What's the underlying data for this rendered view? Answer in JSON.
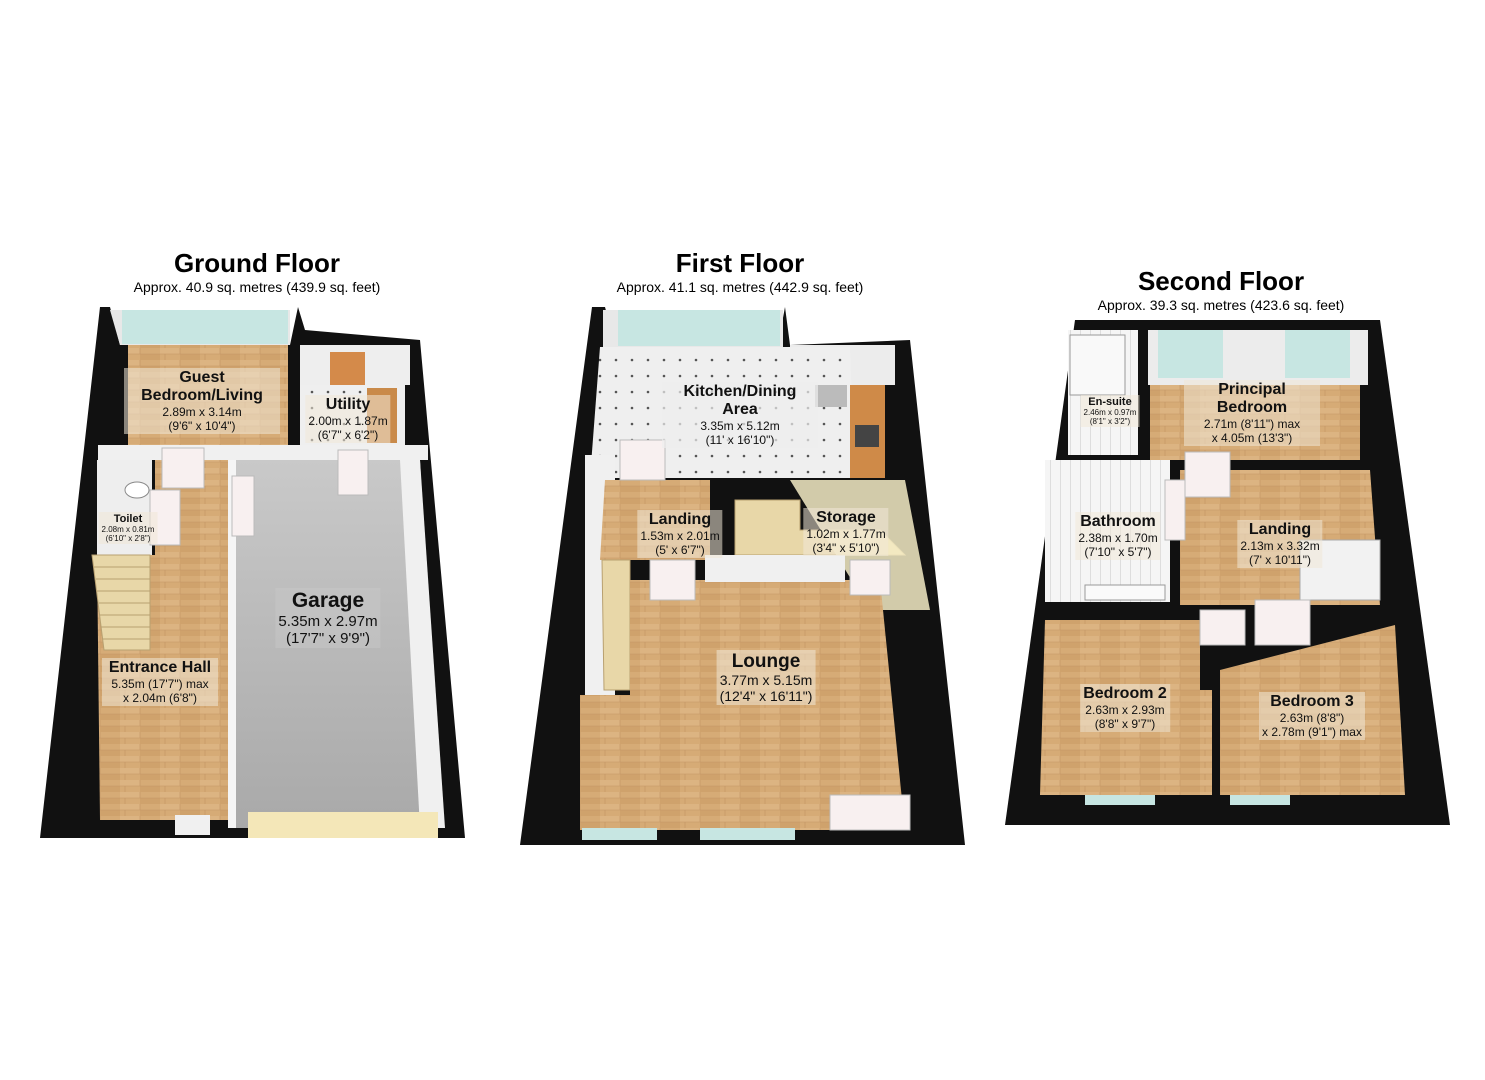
{
  "floors": {
    "ground": {
      "name": "Ground Floor",
      "area": "Approx. 40.9 sq. metres (439.9 sq. feet)",
      "rooms": {
        "guest": {
          "name": "Guest Bedroom/Living",
          "dim1": "2.89m x 3.14m",
          "dim2": "(9'6\" x 10'4\")"
        },
        "utility": {
          "name": "Utility",
          "dim1": "2.00m x 1.87m",
          "dim2": "(6'7\" x 6'2\")"
        },
        "toilet": {
          "name": "Toilet",
          "dim1": "2.08m x 0.81m",
          "dim2": "(6'10\" x 2'8\")"
        },
        "garage": {
          "name": "Garage",
          "dim1": "5.35m x 2.97m",
          "dim2": "(17'7\" x 9'9\")"
        },
        "hall": {
          "name": "Entrance Hall",
          "dim1": "5.35m (17'7\") max",
          "dim2": "x 2.04m (6'8\")"
        }
      }
    },
    "first": {
      "name": "First Floor",
      "area": "Approx. 41.1 sq. metres (442.9 sq. feet)",
      "rooms": {
        "kitchen": {
          "name": "Kitchen/Dining Area",
          "dim1": "3.35m x 5.12m",
          "dim2": "(11' x 16'10\")"
        },
        "landing": {
          "name": "Landing",
          "dim1": "1.53m x 2.01m",
          "dim2": "(5' x 6'7\")"
        },
        "storage": {
          "name": "Storage",
          "dim1": "1.02m x 1.77m",
          "dim2": "(3'4\" x 5'10\")"
        },
        "lounge": {
          "name": "Lounge",
          "dim1": "3.77m x 5.15m",
          "dim2": "(12'4\" x 16'11\")"
        }
      }
    },
    "second": {
      "name": "Second Floor",
      "area": "Approx. 39.3 sq. metres (423.6 sq. feet)",
      "rooms": {
        "ensuite": {
          "name": "En-suite",
          "dim1": "2.46m x 0.97m",
          "dim2": "(8'1\" x 3'2\")"
        },
        "principal": {
          "name": "Principal Bedroom",
          "dim1": "2.71m (8'11\") max",
          "dim2": "x 4.05m (13'3\")"
        },
        "bathroom": {
          "name": "Bathroom",
          "dim1": "2.38m x 1.70m",
          "dim2": "(7'10\" x 5'7\")"
        },
        "landing": {
          "name": "Landing",
          "dim1": "2.13m x 3.32m",
          "dim2": "(7' x 10'11\")"
        },
        "bed2": {
          "name": "Bedroom 2",
          "dim1": "2.63m x 2.93m",
          "dim2": "(8'8\" x 9'7\")"
        },
        "bed3": {
          "name": "Bedroom 3",
          "dim1": "2.63m (8'8\")",
          "dim2": "x 2.78m (9'1\") max"
        }
      }
    }
  },
  "colors": {
    "wall": "#111111",
    "wood": "#d9b07c",
    "garage_floor": "#b9b9b9",
    "inner_wall": "#f2f2f2",
    "window": "#bfe3df",
    "kitchen_tile": "#eeeeee"
  }
}
